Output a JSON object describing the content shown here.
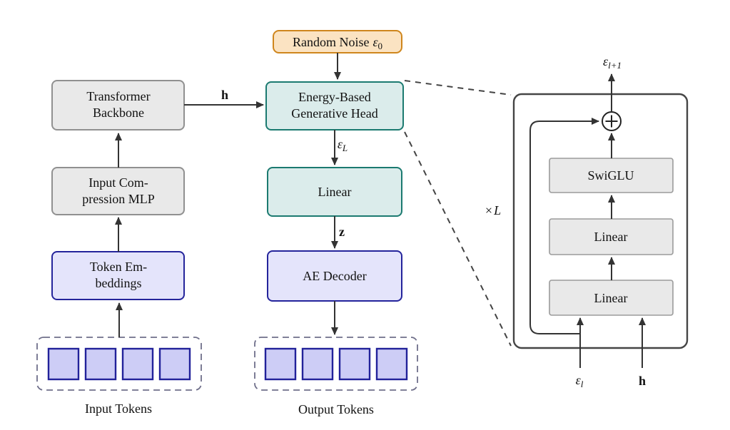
{
  "colors": {
    "gray_box_fill": "#e9e9e9",
    "gray_box_border": "#909090",
    "teal_box_fill": "#dbeceb",
    "teal_box_border": "#1b7a70",
    "blue_box_fill": "#e4e4fb",
    "blue_box_border": "#24249b",
    "orange_box_fill": "#fbe3c2",
    "orange_box_border": "#cf861d",
    "token_fill": "#cdcdf6",
    "token_border": "#22229a",
    "dashed_container_border": "#6f6f8a",
    "panel_border": "#454545",
    "arrow_color": "#333333"
  },
  "pipeline": {
    "random_noise": {
      "text": "Random Noise",
      "symbol": "ε",
      "sub": "0"
    },
    "transformer_backbone": {
      "line1": "Transformer",
      "line2": "Backbone"
    },
    "input_compression_mlp": {
      "line1": "Input Com-",
      "line2": "pression MLP"
    },
    "token_embeddings": {
      "line1": "Token Em-",
      "line2": "beddings"
    },
    "energy_head": {
      "line1": "Energy-Based",
      "line2": "Generative Head"
    },
    "linear": {
      "label": "Linear"
    },
    "ae_decoder": {
      "label": "AE Decoder"
    },
    "input_tokens": {
      "label": "Input Tokens"
    },
    "output_tokens": {
      "label": "Output Tokens"
    },
    "edges": {
      "h": "h",
      "eps_L": {
        "base": "ε",
        "sub": "L"
      },
      "z": "z"
    }
  },
  "head_detail": {
    "output_label": {
      "base": "ε",
      "sub": "l+1"
    },
    "swiglu": {
      "label": "SwiGLU"
    },
    "linear_top": {
      "label": "Linear"
    },
    "linear_bottom": {
      "label": "Linear"
    },
    "inputs": {
      "eps": {
        "base": "ε",
        "sub": "l"
      },
      "h": "h"
    },
    "repeat": {
      "times": "×",
      "var": "L"
    }
  }
}
